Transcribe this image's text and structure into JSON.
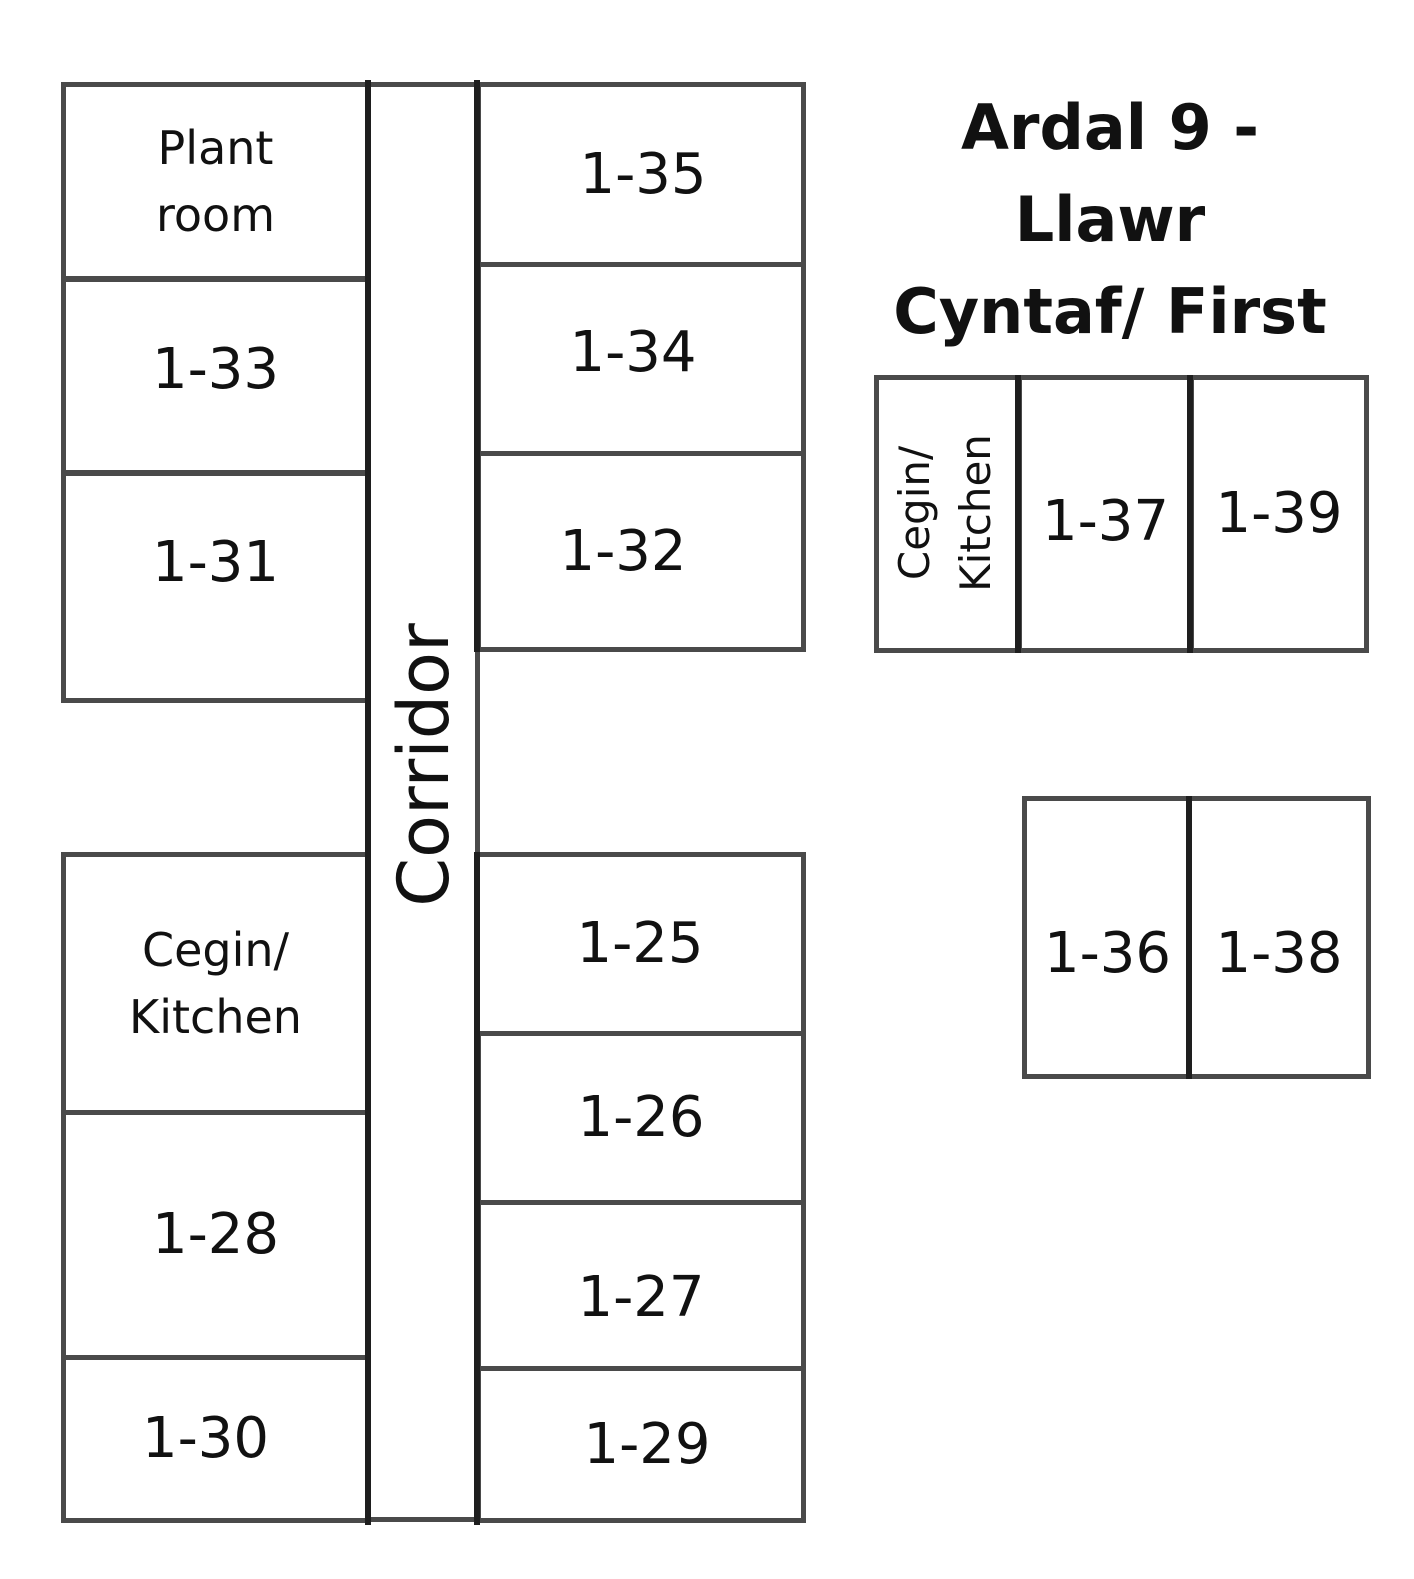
{
  "title": "Ardal 9 - Llawr\nCyntaf/ First\nFloor",
  "corridor": "Corridor",
  "rooms": {
    "plant_room": "Plant\nroom",
    "r1_33": "1-33",
    "r1_31": "1-31",
    "r1_35": "1-35",
    "r1_34": "1-34",
    "r1_32": "1-32",
    "kitchen_left": "Cegin/\nKitchen",
    "r1_28": "1-28",
    "r1_30": "1-30",
    "r1_25": "1-25",
    "r1_26": "1-26",
    "r1_27": "1-27",
    "r1_29": "1-29",
    "kitchen_right": "Cegin/\nKitchen",
    "r1_37": "1-37",
    "r1_39": "1-39",
    "r1_36": "1-36",
    "r1_38": "1-38"
  }
}
